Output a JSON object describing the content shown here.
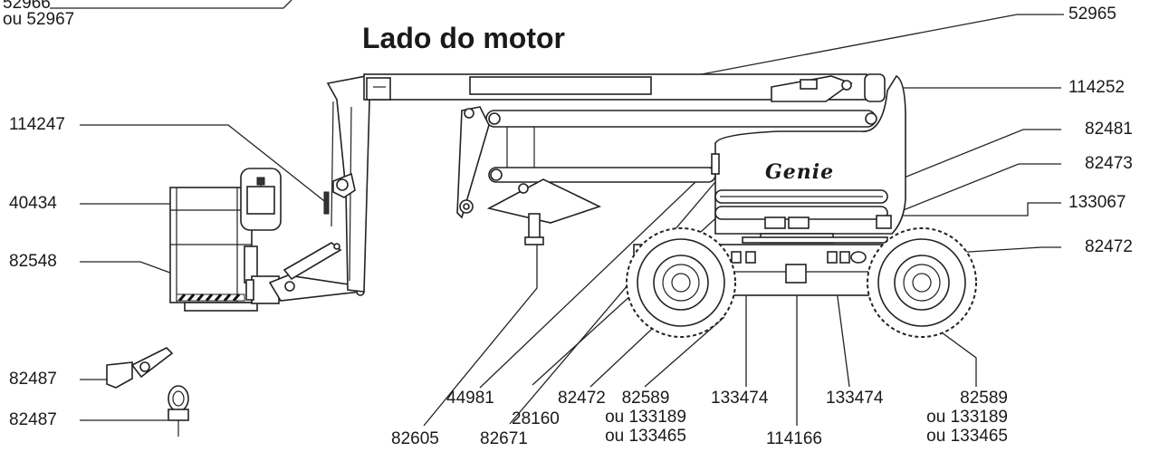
{
  "title": "Lado do motor",
  "brand": "Genie",
  "labels": {
    "l52966": "52966",
    "l52966b": "ou 52967",
    "l52965": "52965",
    "l114252": "114252",
    "l82481": "82481",
    "l82473": "82473",
    "l133067": "133067",
    "l82472r": "82472",
    "l114247": "114247",
    "l40434": "40434",
    "l82548": "82548",
    "l82487a": "82487",
    "l82487b": "82487",
    "l44981": "44981",
    "l82605": "82605",
    "l28160": "28160",
    "l82671": "82671",
    "l82472b": "82472",
    "l82589a": "82589",
    "l82589a2": "ou 133189",
    "l82589a3": "ou 133465",
    "l133474a": "133474",
    "l114166": "114166",
    "l133474b": "133474",
    "l82589b": "82589",
    "l82589b2": "ou 133189",
    "l82589b3": "ou 133465"
  }
}
